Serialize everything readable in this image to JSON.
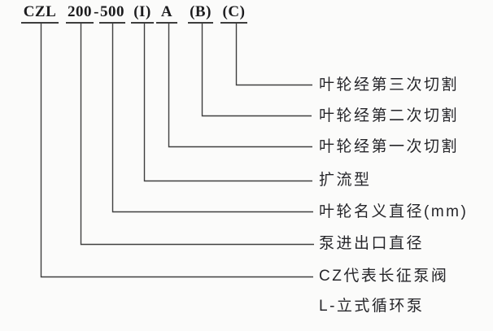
{
  "page": {
    "background_color": "#fbfbfa",
    "line_color": "#3f3f3f",
    "text_color": "#1f1f23"
  },
  "model_code": {
    "full": "CZL 200-500 (I) A (B) (C)",
    "segments": {
      "series": "CZL",
      "inlet_outlet": "200",
      "hyphen": "-",
      "impeller_diameter": "500",
      "flow_type": "(I)",
      "first_cut": "A",
      "second_cut": "(B)",
      "third_cut": "(C)"
    }
  },
  "labels": {
    "third_cut": "叶轮经第三次切割",
    "second_cut": "叶轮经第二次切割",
    "first_cut": "叶轮经第一次切割",
    "flow_type": "扩流型",
    "impeller_diameter": "叶轮名义直径(mm)",
    "inlet_outlet": "泵进出口直径",
    "cz_meaning": "CZ代表长征泵阀",
    "l_meaning": "L-立式循环泵"
  }
}
